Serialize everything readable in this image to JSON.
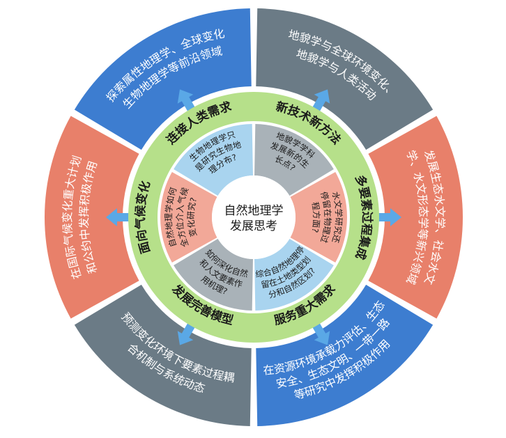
{
  "center": {
    "line1": "自然地理学",
    "line2": "发展思考"
  },
  "outer_segments": [
    {
      "line1": "地貌学与全球环境变化、",
      "line2": "地貌学与人类活动",
      "color": "#6b7b86"
    },
    {
      "line1": "发展生态水文学、社会水文",
      "line2": "学、水文形态学等新兴领域",
      "color": "#e8806a"
    },
    {
      "line1": "在资源环境承载力评估、生态",
      "line2": "安全、生态文明、一带一路",
      "line3": "等研究中发挥积极作用",
      "color": "#3d7dd0"
    },
    {
      "line1": "预测变化环境下要素过程耦",
      "line2": "合机制与系统动态",
      "color": "#6b7b86"
    },
    {
      "line1": "在国际气候变化重大计划",
      "line2": "和公约中发挥积极作用",
      "color": "#e8806a"
    },
    {
      "line1": "探索属性地理学、全球变化",
      "line2": "生物地理学等前沿领域",
      "color": "#3d7dd0"
    }
  ],
  "ring_labels": [
    "新技术新方法",
    "多要素过程集成",
    "服务重大需求",
    "发展完善模型",
    "面向气候变化",
    "连接人类需求"
  ],
  "inner_segments": [
    {
      "text": "地貌学学科发展新的生长点?",
      "color": "#a9b2b8"
    },
    {
      "text": "水文学研究还停留在物理过程方面?",
      "color": "#f2a898"
    },
    {
      "text": "综合自然地理停留在土地类型划分和自然区划?",
      "color": "#a9d4ef"
    },
    {
      "text": "如何深化自然和人文要素作用机理?",
      "color": "#a9b2b8"
    },
    {
      "text": "自然地理学如何全方位介入气候变化研究?",
      "color": "#f2a898"
    },
    {
      "text": "生物地理学只是研究生物地理分布?",
      "color": "#a9d4ef"
    }
  ],
  "colors": {
    "green_ring": "#b6e08a",
    "center_fill": "#ffffff",
    "arrow": "#5aa8e6"
  }
}
